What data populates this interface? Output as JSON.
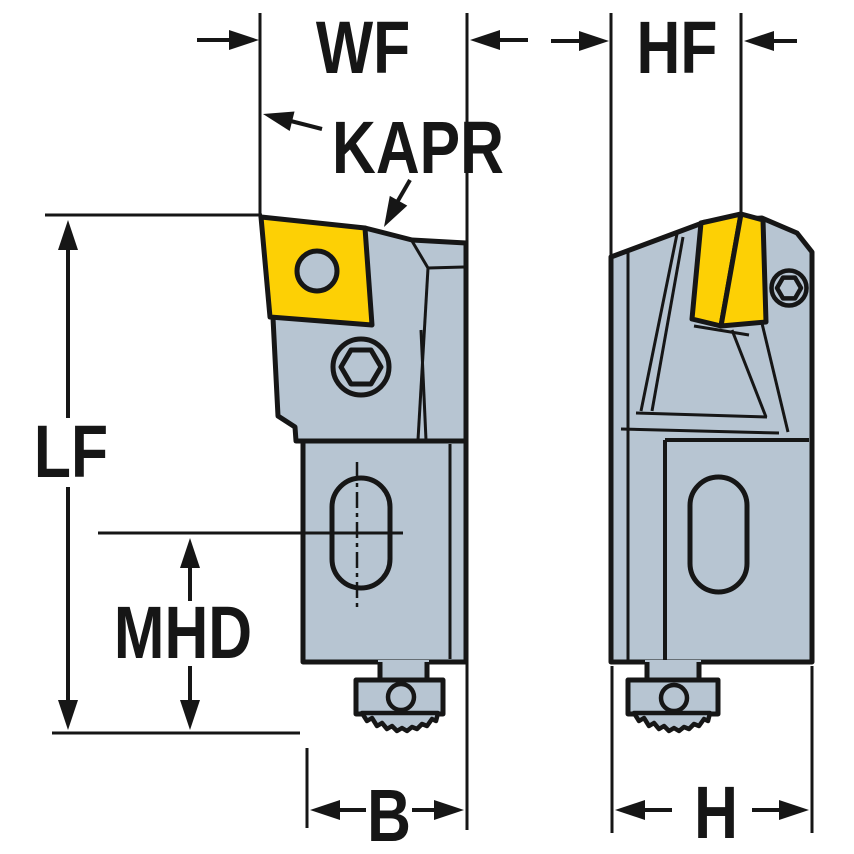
{
  "drawing": {
    "kind": "tool-dimension-diagram",
    "views": [
      {
        "name": "front-view"
      },
      {
        "name": "side-view"
      }
    ]
  },
  "labels": {
    "wf": "WF",
    "hf": "HF",
    "kapr": "KAPR",
    "lf": "LF",
    "mhd": "MHD",
    "b": "B",
    "h": "H"
  },
  "colors": {
    "insert": "#fdd005",
    "steel": "#b7c5d2",
    "ink": "#161616",
    "background": "#ffffff"
  }
}
